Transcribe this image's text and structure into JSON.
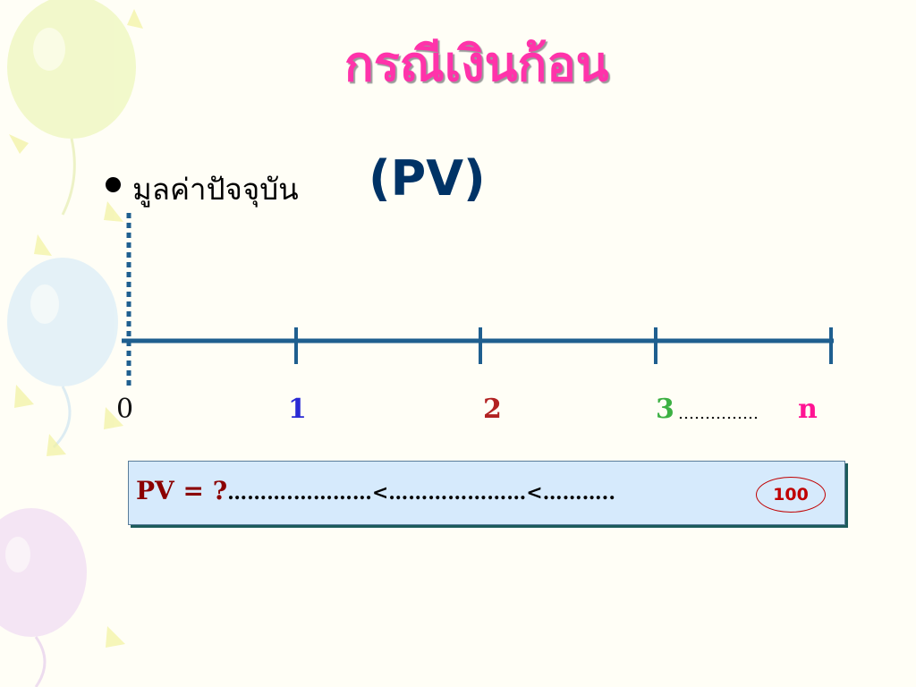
{
  "slide": {
    "title": "กรณีเงินก้อน",
    "bullet": {
      "text": "มูลค่าปัจจุบัน",
      "abbreviation": "(PV)"
    }
  },
  "timeline": {
    "labels": [
      {
        "text": "0",
        "color": "#111111"
      },
      {
        "text": "1",
        "color": "#2a2ad4"
      },
      {
        "text": "2",
        "color": "#b22222"
      },
      {
        "text": "3",
        "color": "#3cb043"
      },
      {
        "text": "n",
        "color": "#ff1493"
      }
    ],
    "dots": "……………"
  },
  "formula": {
    "lhs": "PV = ?",
    "rest": "……….…………<…………………<………..",
    "badge": "100"
  },
  "colors": {
    "title": "#ff33aa",
    "axis": "#1f5f8f",
    "formula_bg": "#d6eafc"
  }
}
